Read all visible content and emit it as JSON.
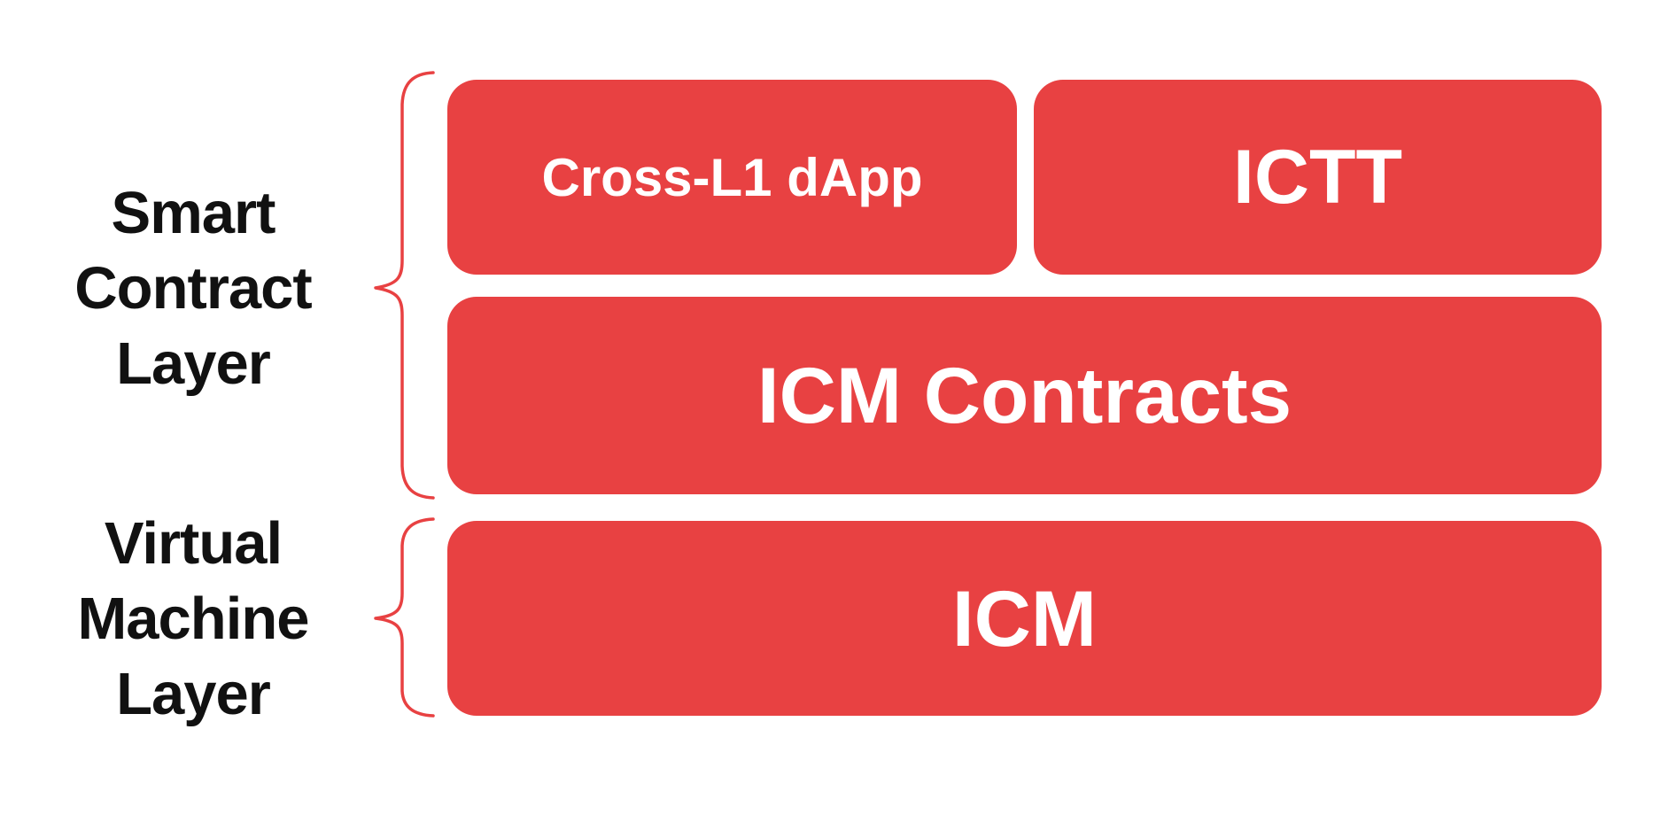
{
  "diagram": {
    "smart_contract_layer": {
      "label": "Smart Contract Layer",
      "label_lines": [
        "Smart",
        "Contract",
        "Layer"
      ],
      "boxes": {
        "cross_l1_dapp": "Cross-L1 dApp",
        "ictt": "ICTT",
        "icm_contracts": "ICM Contracts"
      }
    },
    "virtual_machine_layer": {
      "label": "Virtual Machine Layer",
      "label_lines": [
        "Virtual",
        "Machine",
        "Layer"
      ],
      "boxes": {
        "icm": "ICM"
      }
    }
  },
  "colors": {
    "box_red": "#E84142",
    "brace_red": "#E84142",
    "label_text": "#111111",
    "box_text": "#FFFFFF",
    "background": "#FFFFFF"
  }
}
